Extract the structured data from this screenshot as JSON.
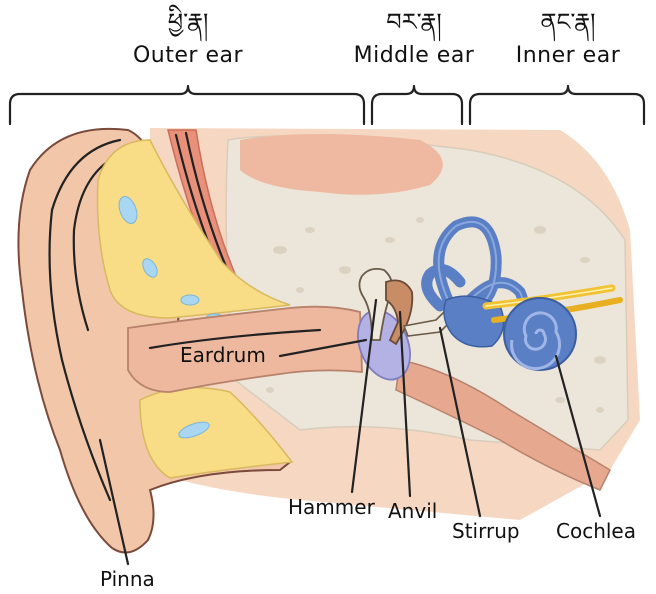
{
  "sections": [
    {
      "tibetan": "ཕྱི་རྣ།",
      "english": "Outer ear"
    },
    {
      "tibetan": "བར་རྣ།",
      "english": "Middle ear"
    },
    {
      "tibetan": "ནང་རྣ།",
      "english": "Inner ear"
    }
  ],
  "labels": {
    "eardrum": "Eardrum",
    "hammer": "Hammer",
    "anvil": "Anvil",
    "stirrup": "Stirrup",
    "cochlea": "Cochlea",
    "pinna": "Pinna"
  },
  "colors": {
    "skin": "#f2c6a8",
    "skin_dark": "#d98f78",
    "cartilage": "#f8dc86",
    "bone": "#ece6da",
    "inner_ear": "#5b7fc4",
    "eardrum": "#b4b2e4",
    "nerve": "#f1c232",
    "muscle": "#e8907a"
  }
}
